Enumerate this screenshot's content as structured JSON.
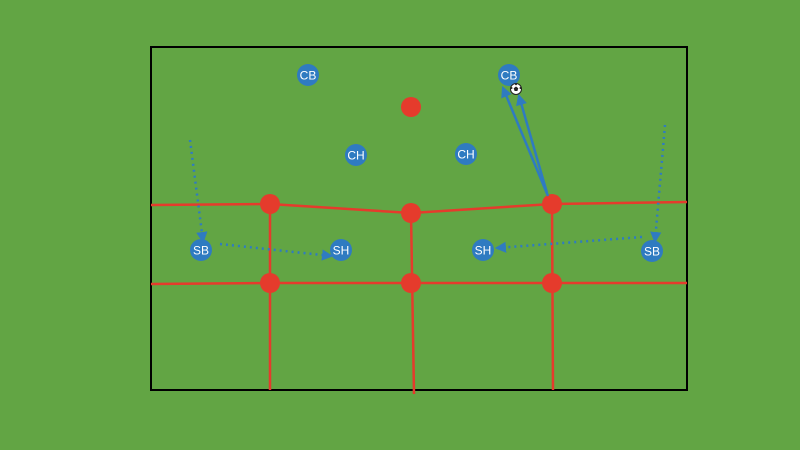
{
  "colors": {
    "background": "#62A544",
    "field_border": "#000000",
    "red_team": "#E53B2C",
    "blue_team": "#2F7BC1",
    "arrow": "#2F7BC1"
  },
  "players": {
    "cb_left": {
      "label": "CB"
    },
    "cb_right": {
      "label": "CB"
    },
    "ch_left": {
      "label": "CH"
    },
    "ch_right": {
      "label": "CH"
    },
    "sb_left": {
      "label": "SB"
    },
    "sb_right": {
      "label": "SB"
    },
    "sh_left": {
      "label": "SH"
    },
    "sh_right": {
      "label": "SH"
    }
  },
  "ball": {
    "icon": "soccer-ball-icon"
  }
}
